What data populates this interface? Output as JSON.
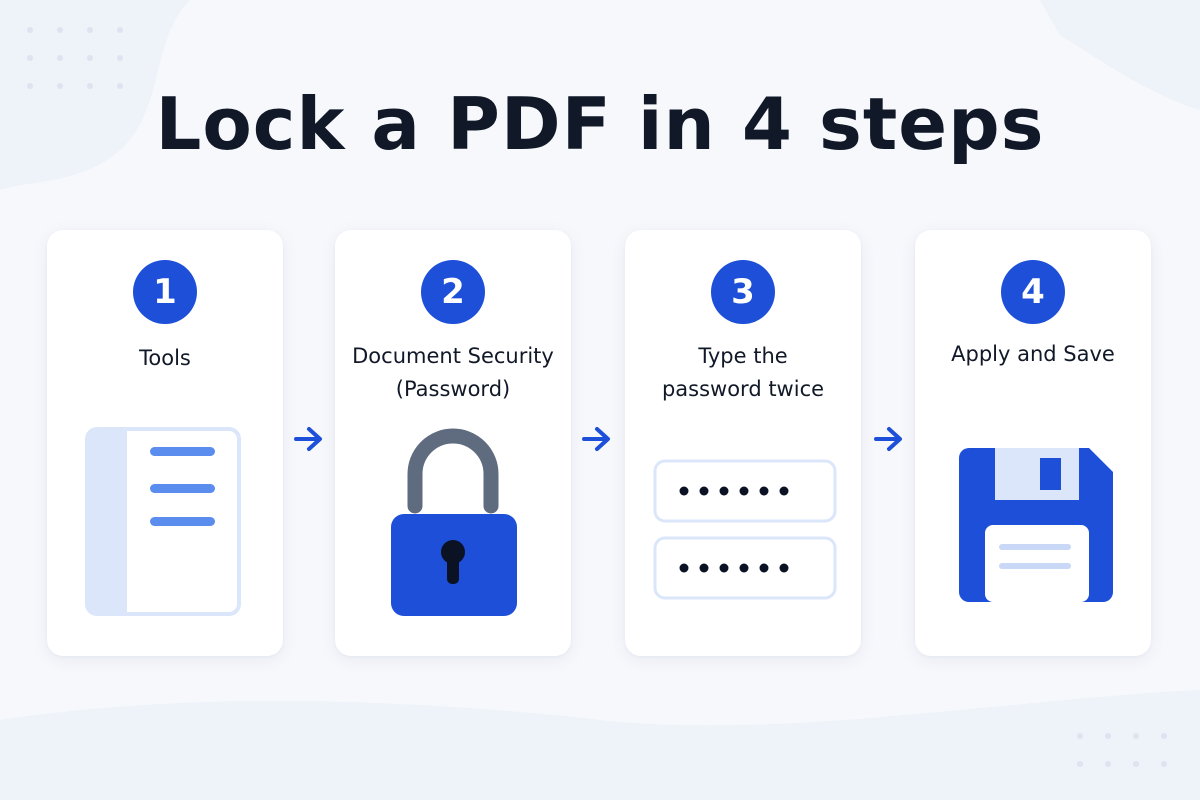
{
  "title": "Lock a PDF in 4 steps",
  "colors": {
    "accent": "#1d4fd8",
    "accent_light": "#dbe6fb",
    "accent_mid": "#5b8def",
    "lock_shackle": "#5f6b7f",
    "text": "#111827",
    "card": "#ffffff",
    "background": "#f6f8fc"
  },
  "steps": [
    {
      "number": "1",
      "label_lines": [
        "Tools"
      ],
      "icon": "tools-menu-icon"
    },
    {
      "number": "2",
      "label_lines": [
        "Document Security",
        "(Password)"
      ],
      "icon": "padlock-icon"
    },
    {
      "number": "3",
      "label_lines": [
        "Type the",
        "password twice"
      ],
      "icon": "password-fields-icon",
      "masked_value": "●●●●●●"
    },
    {
      "number": "4",
      "label_lines": [
        "Apply and Save"
      ],
      "icon": "floppy-disk-icon"
    }
  ]
}
